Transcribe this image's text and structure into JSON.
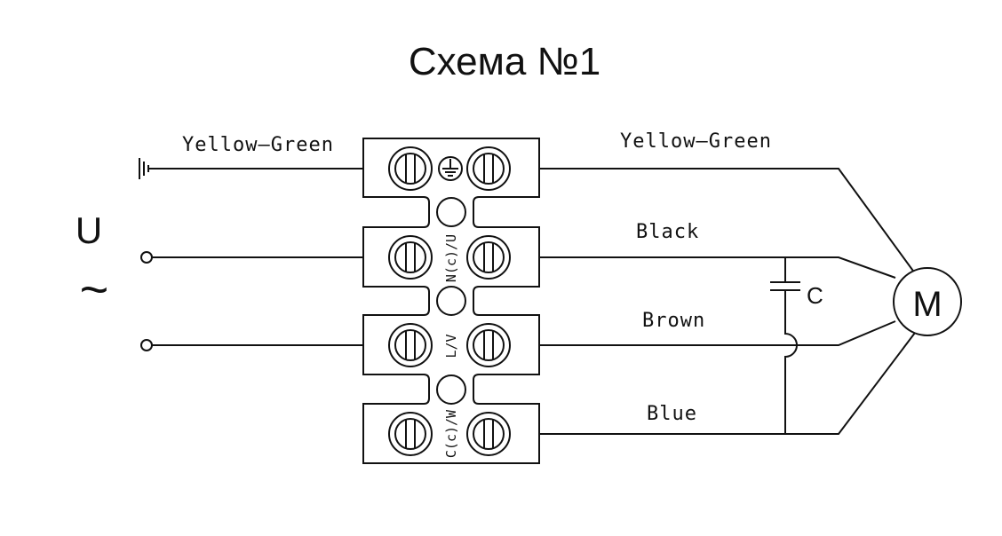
{
  "title": "Схема №1",
  "supply": {
    "voltage_symbol": "U",
    "ac_symbol": "~"
  },
  "wires": {
    "ground_left": "Yellow—Green",
    "ground_right": "Yellow—Green",
    "black": "Black",
    "brown": "Brown",
    "blue": "Blue"
  },
  "terminals": {
    "t2": "N(c)/U",
    "t3": "L/V",
    "t4": "C(c)/W"
  },
  "capacitor": "C",
  "motor": "M"
}
